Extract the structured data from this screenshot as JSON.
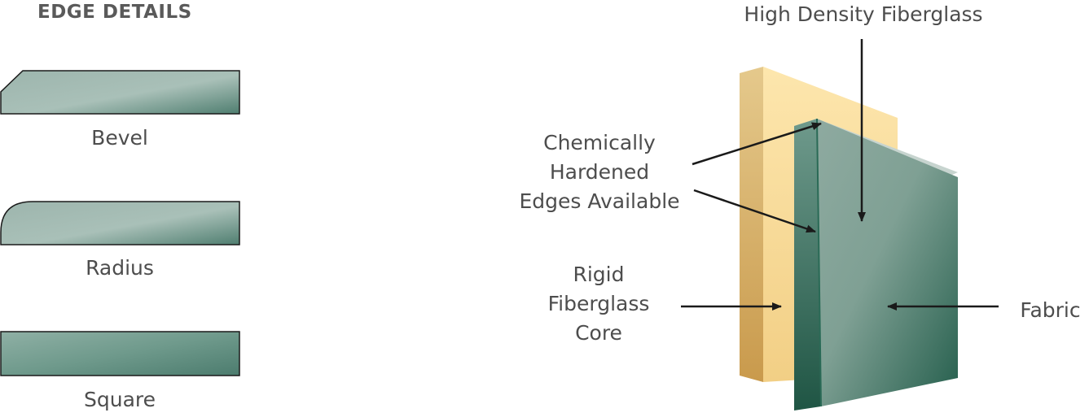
{
  "heading": "EDGE DETAILS",
  "edges": [
    {
      "label": "Bevel"
    },
    {
      "label": "Radius"
    },
    {
      "label": "Square"
    }
  ],
  "callouts": {
    "high_density": "High Density Fiberglass",
    "chemically": [
      "Chemically",
      "Hardened",
      "Edges Available"
    ],
    "rigid": [
      "Rigid",
      "Fiberglass",
      "Core"
    ],
    "fabric": "Fabric"
  },
  "colors": {
    "panel_light": "#a3bbb3",
    "panel_dark": "#4f7e70",
    "core_light": "#fde6ad",
    "core_dark": "#d8b267",
    "face_dark": "#1f5a48",
    "arrow": "#1a1a1a"
  }
}
